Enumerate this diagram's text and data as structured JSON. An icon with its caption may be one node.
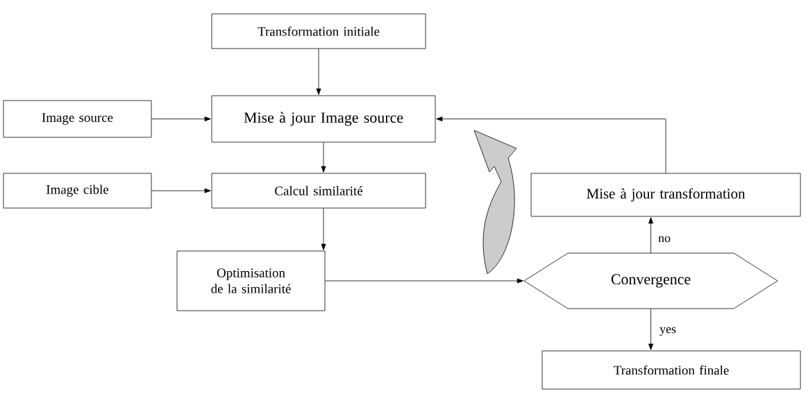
{
  "diagram": {
    "nodes": [
      {
        "text": [
          "Transformation initiale"
        ]
      },
      {
        "text": [
          "Image source"
        ]
      },
      {
        "text": [
          "Mise à jour Image source"
        ]
      },
      {
        "text": [
          "Image cible"
        ]
      },
      {
        "text": [
          "Calcul similarité"
        ]
      },
      {
        "text": [
          "Optimisation de la similarité"
        ]
      },
      {
        "text": [
          "Mise à jour transformation"
        ]
      },
      {
        "text": [
          "Convergence"
        ]
      },
      {
        "text": [
          "Transformation finale"
        ]
      }
    ],
    "edges": [
      {
        "from": 0,
        "to": 2,
        "arrow": "to"
      },
      {
        "from": 1,
        "to": 2,
        "arrow": "to"
      },
      {
        "from": 2,
        "to": 4,
        "arrow": "to"
      },
      {
        "from": 3,
        "to": 4,
        "arrow": "to"
      },
      {
        "from": 4,
        "to": 5,
        "arrow": "to"
      },
      {
        "from": 5,
        "to": 7,
        "arrow": "to"
      },
      {
        "from": 7,
        "to": 6,
        "label": "no",
        "arrow": "to"
      },
      {
        "from": 7,
        "to": 8,
        "label": "yes",
        "arrow": "to"
      },
      {
        "from": 6,
        "to": 2,
        "arrow": "to"
      }
    ]
  }
}
